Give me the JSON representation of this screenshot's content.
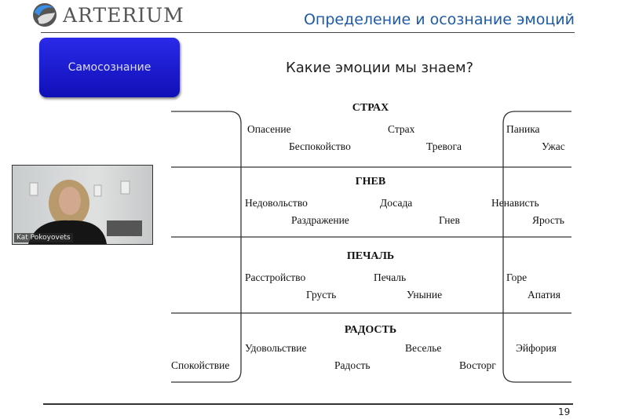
{
  "logo": {
    "text": "ARTERIUM"
  },
  "header": {
    "title": "Определение и осознание эмоций"
  },
  "section_button": {
    "label": "Самосознание"
  },
  "question": "Какие эмоции мы знаем?",
  "categories": [
    {
      "title": "СТРАХ",
      "words": [
        "Опасение",
        "Страх",
        "Паника",
        "Беспокойство",
        "Тревога",
        "Ужас"
      ]
    },
    {
      "title": "ГНЕВ",
      "words": [
        "Недовольство",
        "Досада",
        "Ненависть",
        "Раздражение",
        "Гнев",
        "Ярость"
      ]
    },
    {
      "title": "ПЕЧАЛЬ",
      "words": [
        "Расстройство",
        "Печаль",
        "Горе",
        "Грусть",
        "Уныние",
        "Апатия"
      ]
    },
    {
      "title": "РАДОСТЬ",
      "words": [
        "Удовольствие",
        "Веселье",
        "Эйфория",
        "Спокойствие",
        "Радость",
        "Восторг"
      ]
    }
  ],
  "video": {
    "participant_name": "Kat Pokoyovets"
  },
  "page_number": "19"
}
